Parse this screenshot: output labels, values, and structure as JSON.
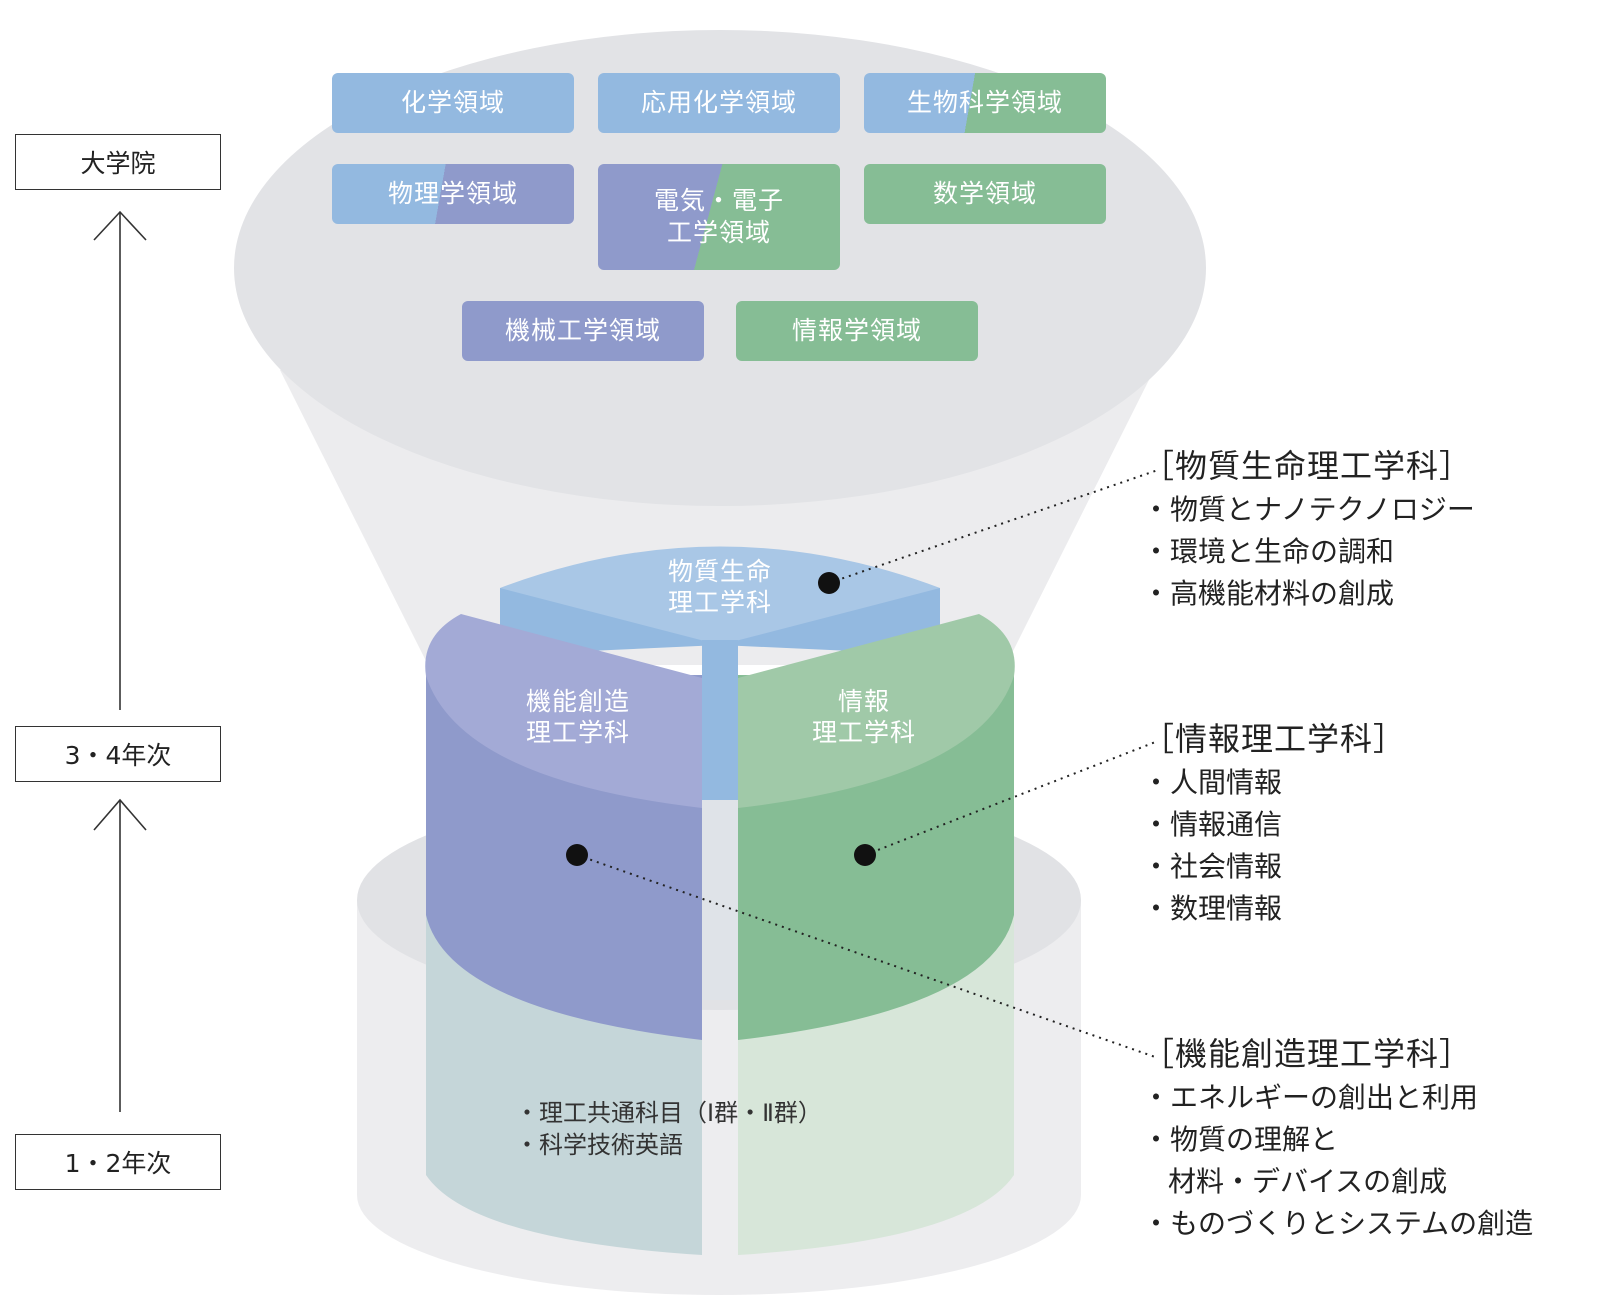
{
  "stages": {
    "graduate": "大学院",
    "year34": "3・4年次",
    "year12": "1・2年次"
  },
  "graduate_domains": [
    {
      "label": "化学領域",
      "fill": "blue"
    },
    {
      "label": "応用化学領域",
      "fill": "blue"
    },
    {
      "label": "生物科学領域",
      "fill": "blue-green"
    },
    {
      "label": "物理学領域",
      "fill": "blue-purple"
    },
    {
      "label": "電気・電子工学領域",
      "line1": "電気・電子",
      "line2": "工学領域",
      "fill": "purple-green"
    },
    {
      "label": "数学領域",
      "fill": "green"
    },
    {
      "label": "機械工学領域",
      "fill": "purple"
    },
    {
      "label": "情報学領域",
      "fill": "green"
    }
  ],
  "segments": {
    "top": {
      "line1": "物質生命",
      "line2": "理工学科"
    },
    "left": {
      "line1": "機能創造",
      "line2": "理工学科"
    },
    "right": {
      "line1": "情報",
      "line2": "理工学科"
    }
  },
  "common_courses": [
    "・理工共通科目（Ⅰ群・Ⅱ群）",
    "・科学技術英語"
  ],
  "departments": [
    {
      "title": "［物質生命理工学科］",
      "items": [
        "・物質とナノテクノロジー",
        "・環境と生命の調和",
        "・高機能材料の創成"
      ]
    },
    {
      "title": "［情報理工学科］",
      "items": [
        "・人間情報",
        "・情報通信",
        "・社会情報",
        "・数理情報"
      ]
    },
    {
      "title": "［機能創造理工学科］",
      "items": [
        "・エネルギーの創出と利用",
        "・物質の理解と",
        "材料・デバイスの創成",
        "・ものづくりとシステムの創造"
      ]
    }
  ],
  "colors": {
    "blue": "#93b9e0",
    "blue_light": "#a9c7e6",
    "purple": "#8f9acb",
    "purple_light": "#a3aad6",
    "green": "#86bd95",
    "green_light": "#a0c9a8",
    "gray_disc": "#e2e3e6",
    "gray_cone": "#ececee"
  }
}
